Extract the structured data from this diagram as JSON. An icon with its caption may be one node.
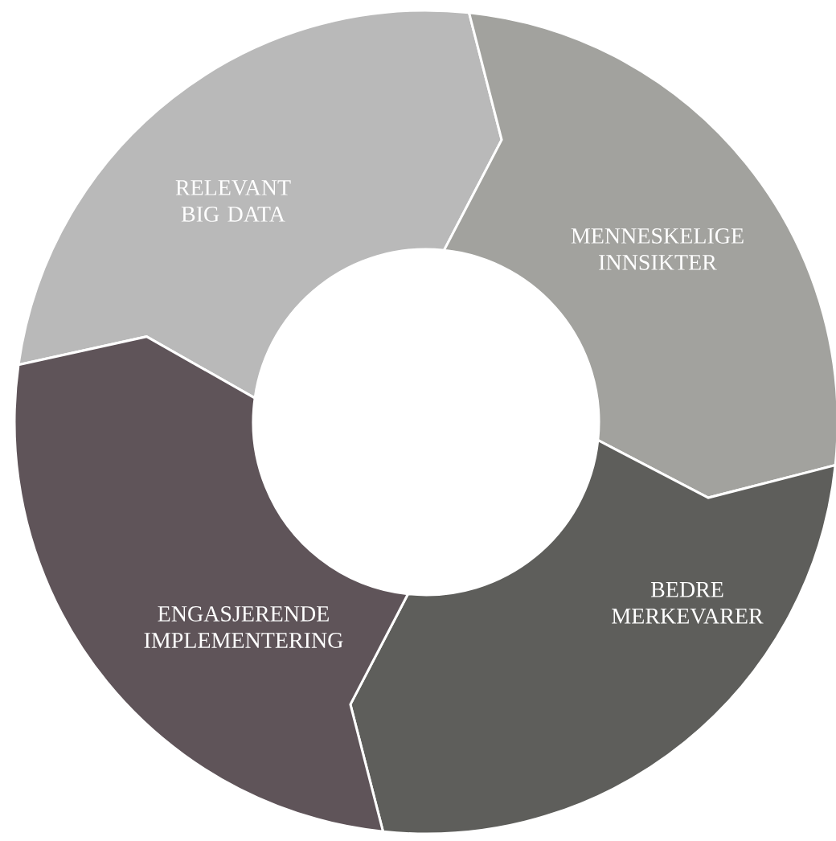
{
  "diagram": {
    "nodes": [
      {
        "text": [
          "RELEVANT BIG DATA"
        ]
      },
      {
        "text": [
          "MENNESKELIGE INNSIKTER"
        ]
      },
      {
        "text": [
          "BEDRE MERKEVARER"
        ]
      },
      {
        "text": [
          "ENGASJERENDE IMPLEMENTERING"
        ]
      }
    ]
  }
}
